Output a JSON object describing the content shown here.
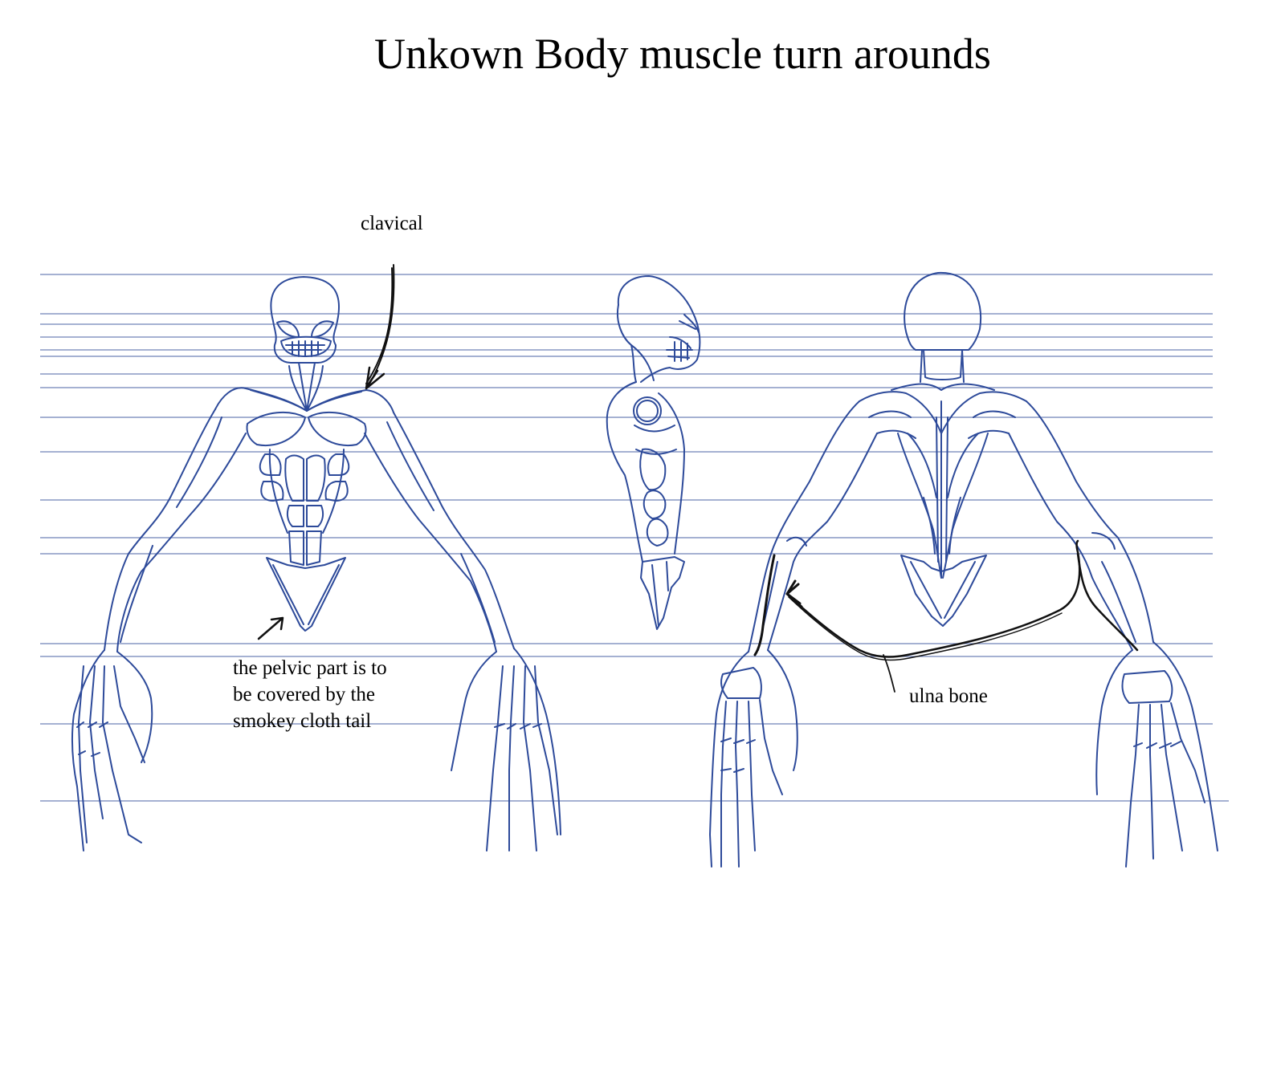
{
  "title": "Unkown Body muscle turn arounds",
  "annotations": {
    "clavical": "clavical",
    "pelvic_line1": "the pelvic part is to",
    "pelvic_line2": "be covered by the",
    "pelvic_line3": "smokey cloth tail",
    "ulna": "ulna bone"
  },
  "colors": {
    "sketch": "#2d4a9a",
    "guide_lines": "#6f82b8",
    "annotation_ink": "#111111",
    "background": "#ffffff"
  },
  "figures": [
    "front-view",
    "side-view",
    "back-view"
  ]
}
